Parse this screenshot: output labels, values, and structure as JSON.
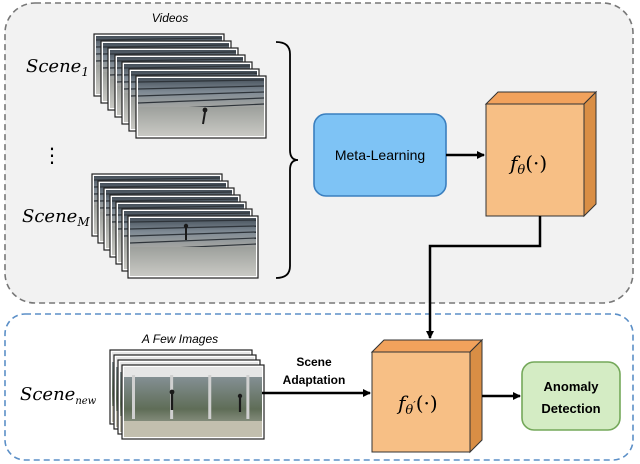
{
  "top_panel": {
    "videos_label": "Videos",
    "scene1_base": "Scene",
    "scene1_sub": "1",
    "ellipsis": "⋮",
    "sceneM_base": "Scene",
    "sceneM_sub": "M"
  },
  "meta_learning": {
    "label": "Meta-Learning"
  },
  "model_top": {
    "f": "f",
    "theta": "θ",
    "args": "(·)"
  },
  "bottom_panel": {
    "few_images_label": "A Few Images",
    "scene_new_base": "Scene",
    "scene_new_sub": "new",
    "adaptation_line1": "Scene",
    "adaptation_line2": "Adaptation"
  },
  "model_bottom": {
    "f": "f",
    "theta": "θ",
    "prime": "′",
    "args": "(·)"
  },
  "anomaly": {
    "line1": "Anomaly",
    "line2": "Detection"
  },
  "colors": {
    "meta_fill": "#7ec3f5",
    "meta_stroke": "#3a7fbf",
    "cube_front": "#f7bf85",
    "cube_side": "#d98e45",
    "cube_stroke": "#333333",
    "anomaly_fill": "#d4ecc4",
    "anomaly_stroke": "#74a85a",
    "panel_top_stroke": "#777777",
    "panel_bottom_stroke": "#5b8fc7"
  }
}
